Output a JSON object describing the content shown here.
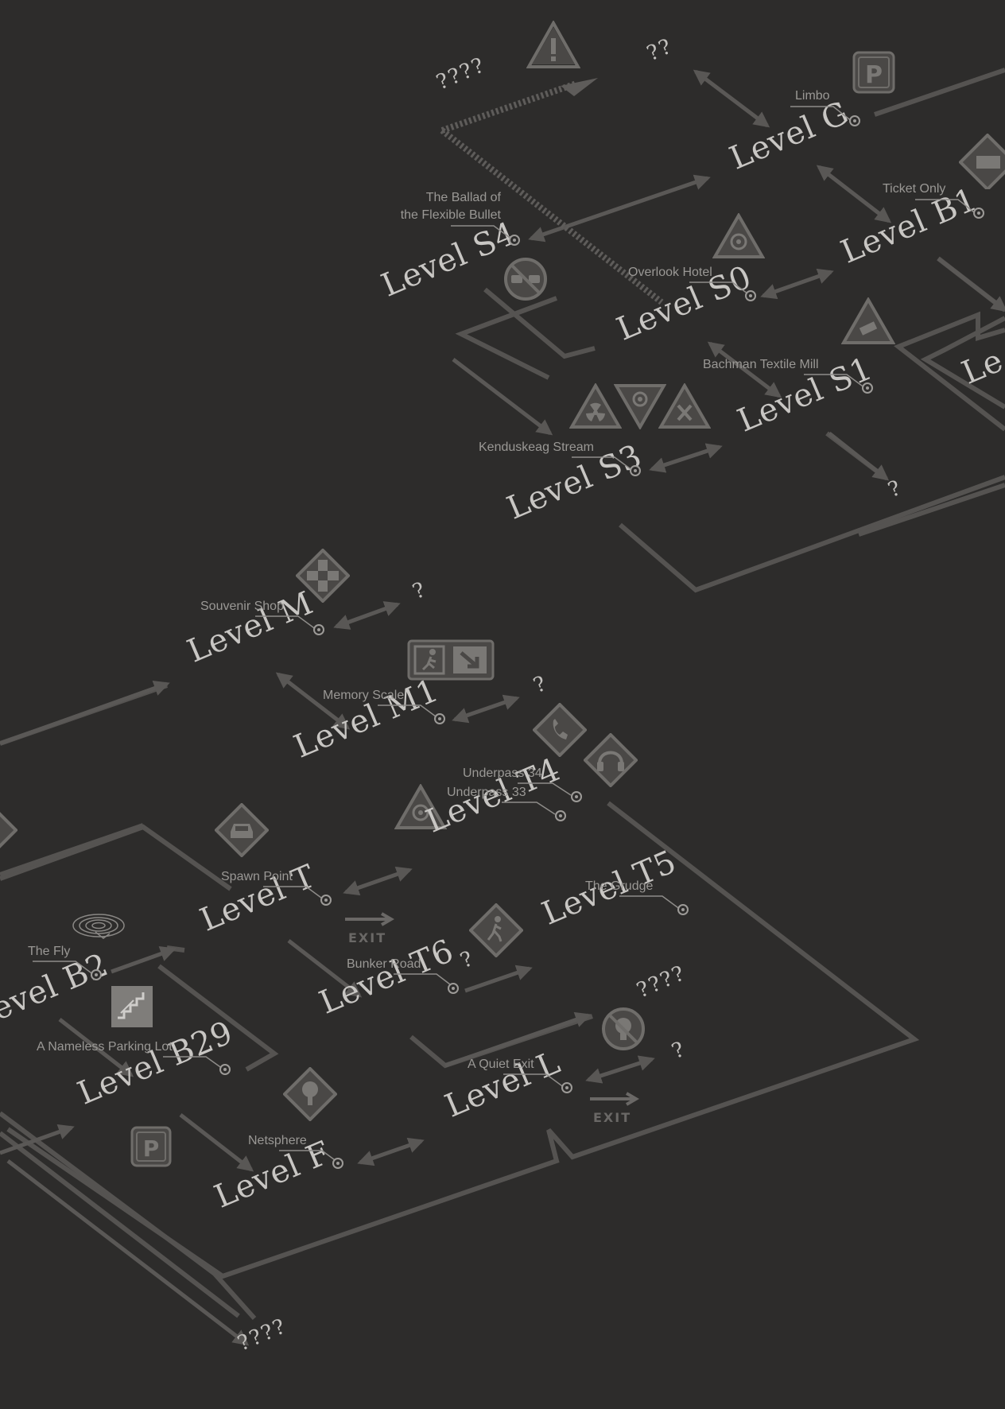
{
  "levels": {
    "g": "Level G",
    "b1": "Level B1",
    "s4": "Level S4",
    "s0": "Level S0",
    "s1": "Level S1",
    "s3": "Level S3",
    "le": "Le",
    "m": "Level M",
    "m1": "Level M1",
    "t4": "Level T4",
    "t": "Level T",
    "t5": "Level T5",
    "t6": "Level T6",
    "b2": "evel B2",
    "b29": "Level B29",
    "l": "Level L",
    "f": "Level F"
  },
  "locations": {
    "limbo": "Limbo",
    "ticket_only": "Ticket Only",
    "ballad_line1": "The Ballad of",
    "ballad_line2": "the Flexible Bullet",
    "overlook": "Overlook Hotel",
    "bachman": "Bachman Textile Mill",
    "kenduskeag": "Kenduskeag Stream",
    "souvenir": "Souvenir Shop",
    "memory": "Memory Scale",
    "underpass34": "Underpass 34",
    "underpass33": "Underpass 33",
    "spawn": "Spawn Point",
    "grudge": "The Grudge",
    "fly": "The Fly",
    "bunker": "Bunker Road",
    "parking": "A Nameless Parking Lot",
    "quiet_exit": "A Quiet Exit",
    "netsphere": "Netsphere"
  },
  "unknowns": {
    "u1": "????",
    "u2": "??",
    "u3": "?",
    "u4": "?",
    "u5": "?",
    "u6": "?",
    "u7": "????",
    "u8": "?",
    "u9": "????"
  },
  "exit_label": "EXIT",
  "icons": [
    "warning-icon",
    "parking-icon",
    "road-sign-icon",
    "biohazard-icon",
    "no-glasses-icon",
    "camera-warning-icon",
    "radiation-icon",
    "biohazard-yield-icon",
    "x-warning-icon",
    "pinwheel-icon",
    "emergency-exit-icon",
    "phone-icon",
    "headphones-icon",
    "car-icon",
    "spiral-icon",
    "pedestrian-icon",
    "stairs-icon",
    "no-sound-icon",
    "tree-icon"
  ],
  "colors": {
    "background": "#2d2c2b",
    "route": "#565452",
    "text_level": "#c8c6c3",
    "text_location": "#9a9895"
  }
}
